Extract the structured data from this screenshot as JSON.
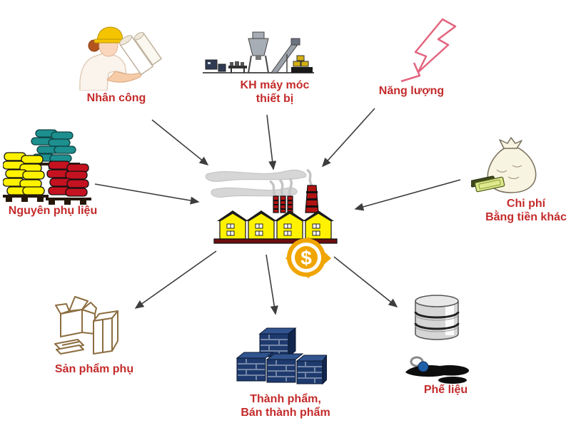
{
  "nodes": {
    "labor": {
      "label": "Nhân công",
      "icon": "worker-icon",
      "role": "input"
    },
    "machinery": {
      "label_line1": "KH máy móc",
      "label_line2": "thiết bị",
      "icon": "machine-icon",
      "role": "input"
    },
    "energy": {
      "label": "Năng lượng",
      "icon": "lightning-icon",
      "role": "input"
    },
    "materials": {
      "label": "Nguyên phụ liệu",
      "icon": "material-bags-icon",
      "role": "input"
    },
    "other_costs": {
      "label_line1": "Chi phí",
      "label_line2": "Bằng tiền khác",
      "icon": "money-sack-icon",
      "role": "input"
    },
    "factory": {
      "coin_symbol": "$",
      "icon": "factory-icon",
      "role": "center"
    },
    "byproducts": {
      "label": "Sản phẩm phụ",
      "icon": "boxes-icon",
      "role": "output"
    },
    "finished": {
      "label_line1": "Thành phẩm,",
      "label_line2": "Bán thành phẩm",
      "icon": "bricks-icon",
      "role": "output"
    },
    "scrap": {
      "label": "Phế liệu",
      "icon": "barrel-oil-icon",
      "role": "output"
    }
  },
  "edges": [
    {
      "from": "labor",
      "to": "factory"
    },
    {
      "from": "machinery",
      "to": "factory"
    },
    {
      "from": "energy",
      "to": "factory"
    },
    {
      "from": "materials",
      "to": "factory"
    },
    {
      "from": "other_costs",
      "to": "factory"
    },
    {
      "from": "factory",
      "to": "byproducts"
    },
    {
      "from": "factory",
      "to": "finished"
    },
    {
      "from": "factory",
      "to": "scrap"
    }
  ],
  "colors": {
    "label_red": "#C42B2B",
    "arrow": "#3d3d3d",
    "factory_yellow": "#FFF200",
    "chimney_red": "#B11212",
    "smoke_gray": "#D6D6D6",
    "coin_orange": "#F0A500",
    "bag_teal": "#1D8F8F",
    "bag_yellow": "#FFF200",
    "bag_red": "#C41220",
    "brick_navy": "#1E3A6E",
    "box_brown": "#8C6D3F",
    "lightning_pink": "#E3647E",
    "bill_green": "#DDE98C",
    "barrel_gray": "#D6D6D6"
  }
}
